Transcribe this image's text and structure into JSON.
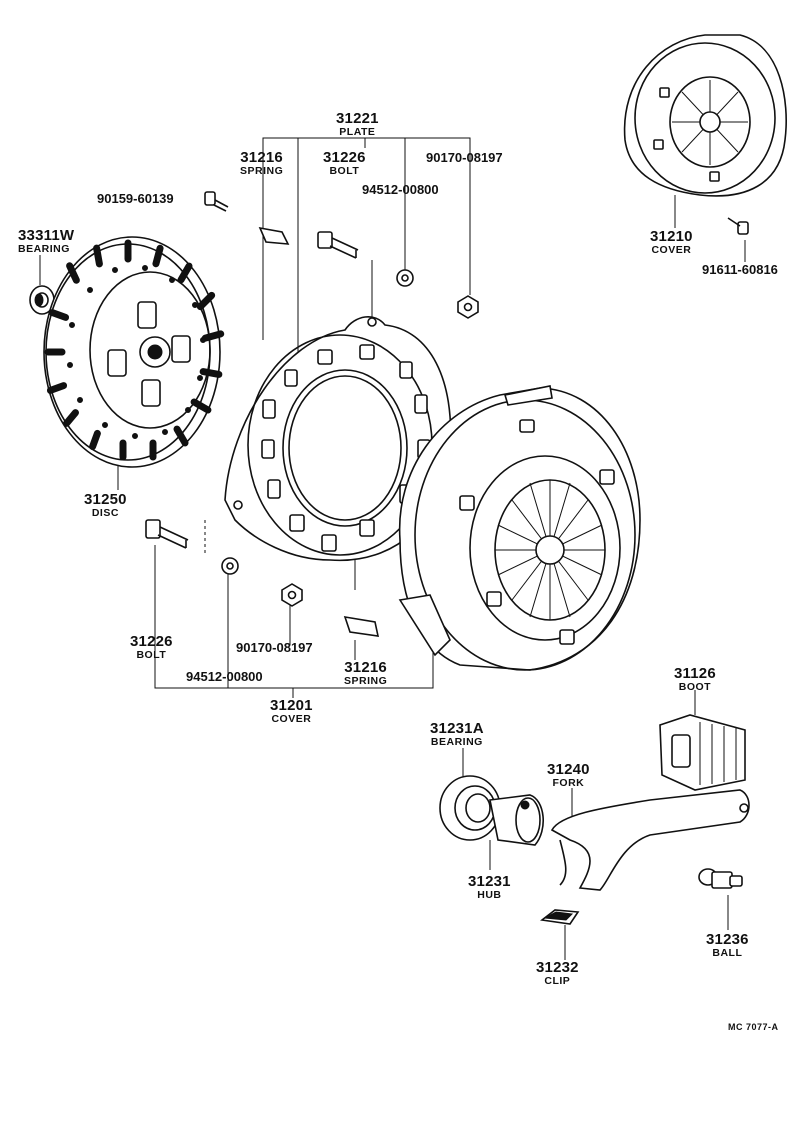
{
  "labels": {
    "plate": {
      "num": "31221",
      "name": "PLATE"
    },
    "spring_top": {
      "num": "31216",
      "name": "SPRING"
    },
    "bolt_top": {
      "num": "31226",
      "name": "BOLT"
    },
    "nut_top": {
      "num": "90170-08197"
    },
    "washer_top": {
      "num": "94512-00800"
    },
    "bolt_small": {
      "num": "90159-60139"
    },
    "bearing_pilot": {
      "num": "33311W",
      "name": "BEARING"
    },
    "disc": {
      "num": "31250",
      "name": "DISC"
    },
    "cover_kit": {
      "num": "31210",
      "name": "COVER"
    },
    "screw_kit": {
      "num": "91611-60816"
    },
    "bolt_bottom": {
      "num": "31226",
      "name": "BOLT"
    },
    "washer_bottom": {
      "num": "94512-00800"
    },
    "nut_bottom": {
      "num": "90170-08197"
    },
    "spring_bottom": {
      "num": "31216",
      "name": "SPRING"
    },
    "cover_assy": {
      "num": "31201",
      "name": "COVER"
    },
    "boot": {
      "num": "31126",
      "name": "BOOT"
    },
    "release_bearing": {
      "num": "31231A",
      "name": "BEARING"
    },
    "fork": {
      "num": "31240",
      "name": "FORK"
    },
    "hub": {
      "num": "31231",
      "name": "HUB"
    },
    "ball": {
      "num": "31236",
      "name": "BALL"
    },
    "clip": {
      "num": "31232",
      "name": "CLIP"
    }
  },
  "drawing_code": "MC 7077-A"
}
